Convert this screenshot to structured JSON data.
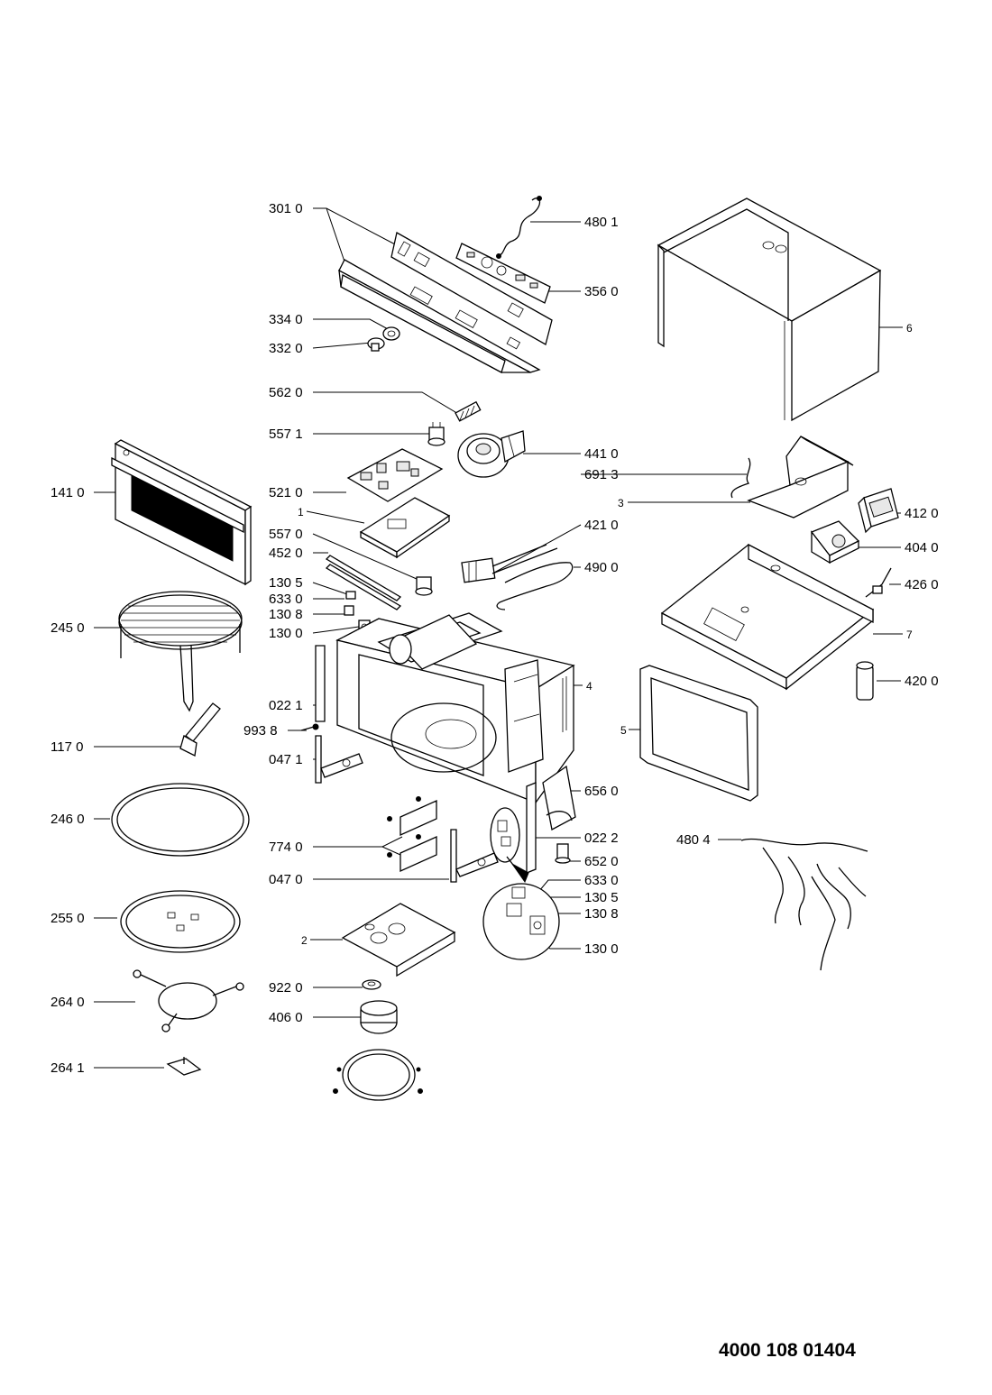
{
  "document_number": "4000 108 01404",
  "labels": {
    "p301_0": "301 0",
    "p480_1": "480 1",
    "p356_0": "356 0",
    "p334_0": "334 0",
    "p332_0": "332 0",
    "p562_0": "562 0",
    "p557_1": "557 1",
    "p441_0": "441 0",
    "p691_3": "691 3",
    "p141_0": "141 0",
    "p521_0": "521 0",
    "p1": "1",
    "p421_0": "421 0",
    "p3": "3",
    "p412_0": "412 0",
    "p557_0": "557 0",
    "p452_0": "452 0",
    "p404_0": "404 0",
    "p490_0": "490 0",
    "p130_5a": "130 5",
    "p633_0a": "633 0",
    "p130_8a": "130 8",
    "p426_0": "426 0",
    "p245_0": "245 0",
    "p130_0a": "130 0",
    "p7": "7",
    "p6": "6",
    "p4": "4",
    "p420_0": "420 0",
    "p022_1": "022 1",
    "p993_8": "993 8",
    "p5": "5",
    "p117_0": "117 0",
    "p047_1": "047 1",
    "p656_0": "656 0",
    "p246_0": "246 0",
    "p022_2": "022 2",
    "p774_0": "774 0",
    "p480_4": "480 4",
    "p652_0": "652 0",
    "p047_0": "047 0",
    "p633_0b": "633 0",
    "p130_5b": "130 5",
    "p255_0": "255 0",
    "p130_8b": "130 8",
    "p2": "2",
    "p130_0b": "130 0",
    "p922_0": "922 0",
    "p264_0": "264 0",
    "p406_0": "406 0",
    "p264_1": "264 1"
  }
}
